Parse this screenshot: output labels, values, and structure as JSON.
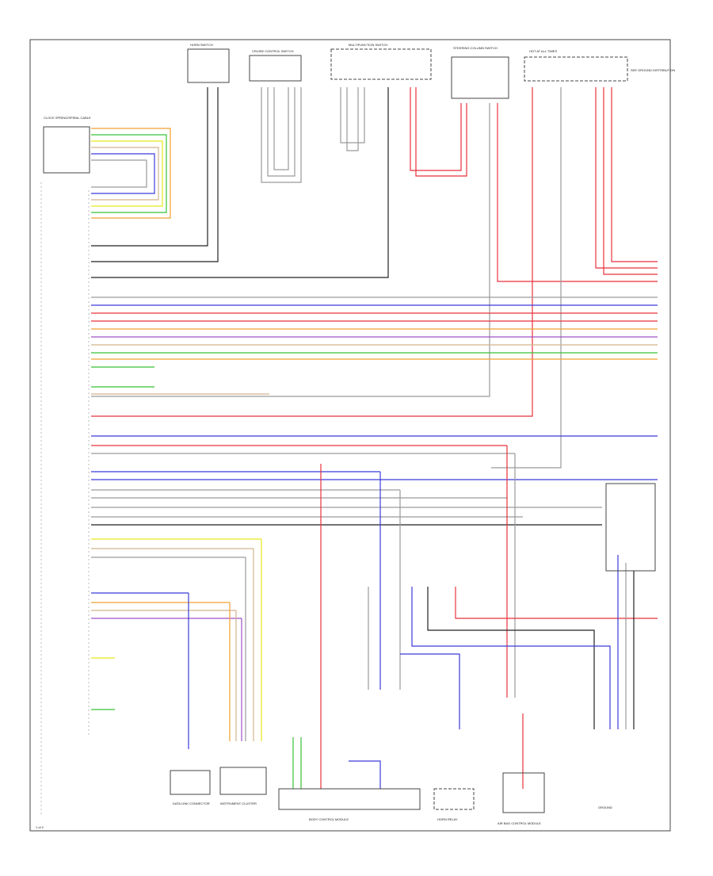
{
  "colors": {
    "frame": "#444444",
    "black_wire": "#222222",
    "gray_wire": "#9a9a9a",
    "red_wire": "#e8323c",
    "blue_wire": "#3b3bdc",
    "green_wire": "#38c238",
    "orange_wire": "#f0a030",
    "yellow_wire": "#e6e61e",
    "tan_wire": "#d2b48c",
    "violet_wire": "#a050c8"
  },
  "labels": {
    "top_left_module": "CLOCK SPRING/SPIRAL CABLE",
    "top_module_1": "HORN SWITCH",
    "top_module_2": "CRUISE CONTROL SWITCH",
    "top_module_3": "MULTIFUNCTION SWITCH",
    "top_module_4": "STEERING COLUMN SWITCH",
    "top_module_5": "HOT AT ALL TIMES",
    "right_note": "SEE GROUND DISTRIBUTION",
    "bottom_1": "DATA LINK CONNECTOR",
    "bottom_2": "INSTRUMENT CLUSTER",
    "bottom_3": "BODY CONTROL MODULE",
    "bottom_4": "HORN RELAY",
    "bottom_5": "AIR BAG CONTROL MODULE",
    "bottom_6": "GROUND",
    "footer": "1 of 2"
  }
}
